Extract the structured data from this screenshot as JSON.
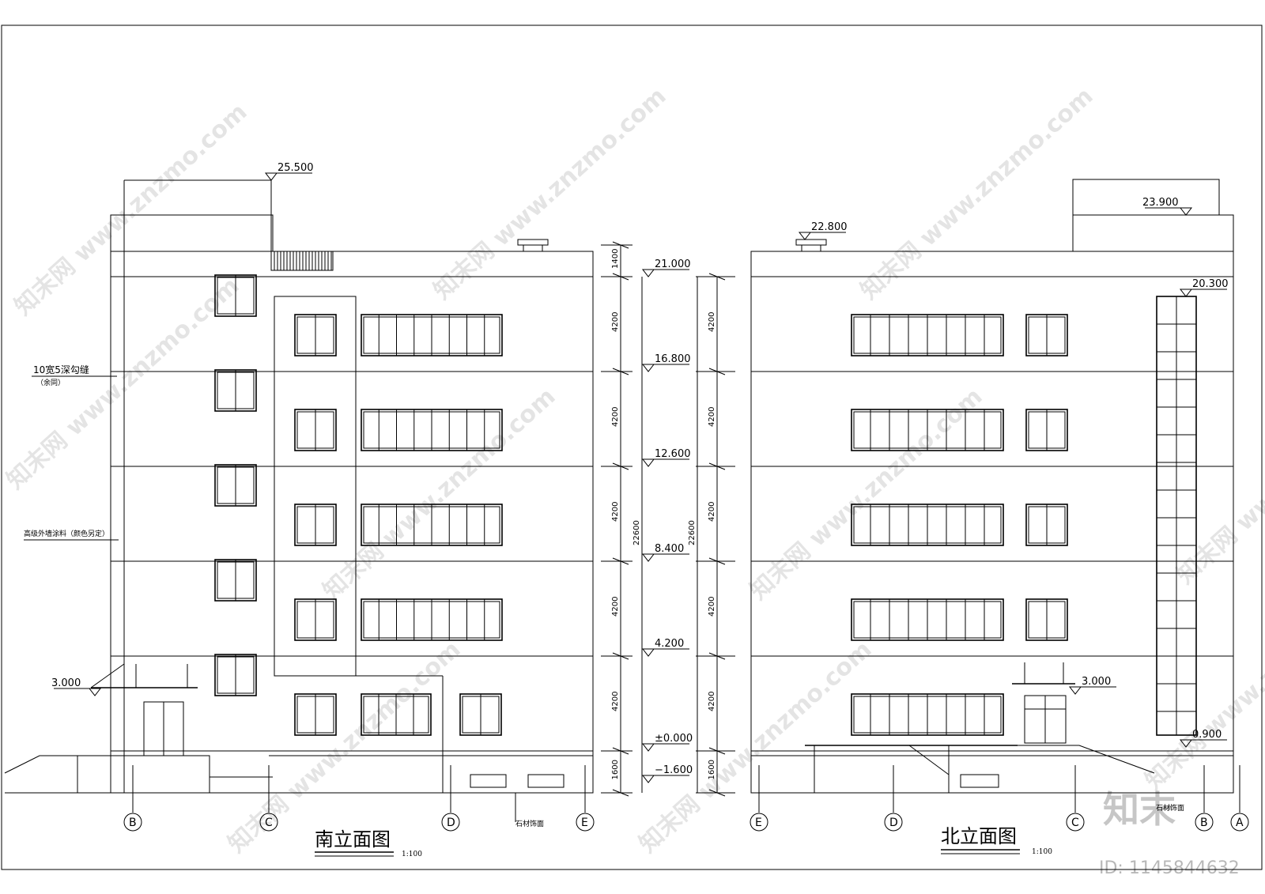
{
  "south": {
    "title": "南立面图",
    "scale": "1:100",
    "elevations": [
      "25.500",
      "21.000",
      "16.800",
      "12.600",
      "8.400",
      "4.200",
      "±0.000",
      "−1.600",
      "3.000"
    ],
    "dims": [
      "1400",
      "4200",
      "4200",
      "4200",
      "4200",
      "4200",
      "1600"
    ],
    "total": "22600",
    "notes": [
      "10宽5深勾缝",
      "（余同）",
      "高级外墙涂料（颜色另定）",
      "石材饰面"
    ],
    "axes": [
      "B",
      "C",
      "D",
      "E"
    ]
  },
  "north": {
    "title": "北立面图",
    "scale": "1:100",
    "elevations": [
      "22.800",
      "23.900",
      "20.300",
      "3.000",
      "0.900"
    ],
    "dims": [
      "4200",
      "4200",
      "4200",
      "4200",
      "4200",
      "1600"
    ],
    "total": "22600",
    "notes": [
      "石材饰面"
    ],
    "axes": [
      "E",
      "D",
      "C",
      "B",
      "A"
    ]
  },
  "watermark": {
    "site": "www.znzmo.com",
    "brand": "知末网",
    "logo": "知末",
    "id": "ID: 1145844632"
  }
}
